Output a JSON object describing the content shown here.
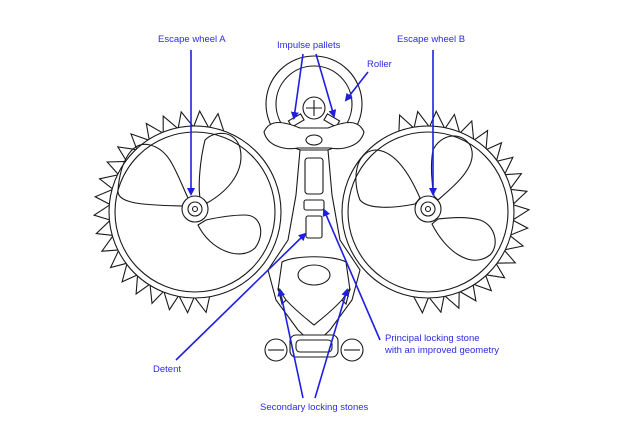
{
  "diagram": {
    "labels": {
      "escape_wheel_a": "Escape wheel A",
      "impulse_pallets": "Impulse pallets",
      "escape_wheel_b": "Escape wheel B",
      "roller": "Roller",
      "principal_locking_stone_line1": "Principal locking stone",
      "principal_locking_stone_line2": "with an improved geometry",
      "detent": "Detent",
      "secondary_locking_stones": "Secondary locking stones"
    },
    "colors": {
      "label": "#2a2ae6",
      "arrow": "#1f1fe0",
      "line_art": "#1a1a1a",
      "background": "#ffffff"
    }
  }
}
